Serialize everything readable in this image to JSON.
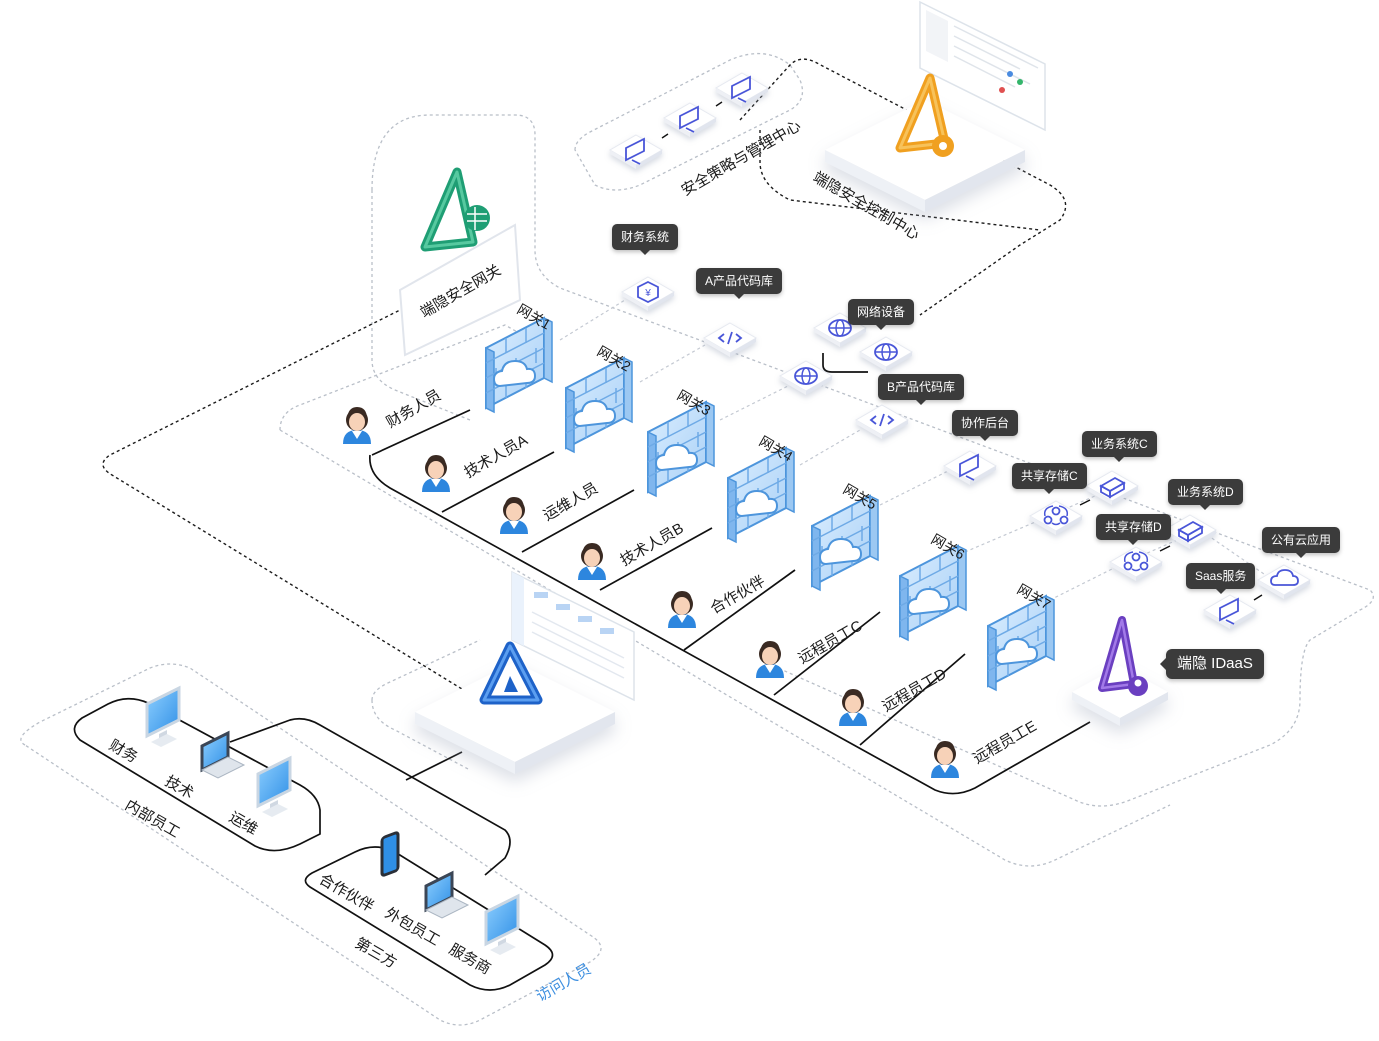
{
  "labels": {
    "policy_center": "安全策略与管理中心",
    "control_center": "端隐安全控制中心",
    "security_gateway": "端隐安全网关",
    "idaas": "端隐 IDaaS",
    "visitors": "访问人员",
    "internal_staff": "内部员工",
    "third_party": "第三方"
  },
  "gateways": [
    "网关1",
    "网关2",
    "网关3",
    "网关4",
    "网关5",
    "网关6",
    "网关7"
  ],
  "personnel": [
    "财务人员",
    "技术人员A",
    "运维人员",
    "技术人员B",
    "合作伙伴",
    "远程员工C",
    "远程员工D",
    "远程员工E"
  ],
  "resources": {
    "finance_system": "财务系统",
    "code_repo_a": "A产品代码库",
    "network_device": "网络设备",
    "code_repo_b": "B产品代码库",
    "collab_backend": "协作后台",
    "biz_system_c": "业务系统C",
    "shared_storage_c": "共享存储C",
    "biz_system_d": "业务系统D",
    "shared_storage_d": "共享存储D",
    "public_cloud": "公有云应用",
    "saas": "Saas服务"
  },
  "internal_devices": [
    "财务",
    "技术",
    "运维"
  ],
  "third_party_devices": [
    "合作伙伴",
    "外包员工",
    "服务商"
  ],
  "colors": {
    "gateway_green": "#1f9e74",
    "control_orange": "#f0a020",
    "client_blue": "#1e62c8",
    "idaas_purple": "#6a3fc0",
    "firewall_blue": "#5aa2e6",
    "resource_icon": "#4a56d8",
    "tag_bg": "#3b3b3b",
    "visitor_blue": "#3d8fe0"
  }
}
